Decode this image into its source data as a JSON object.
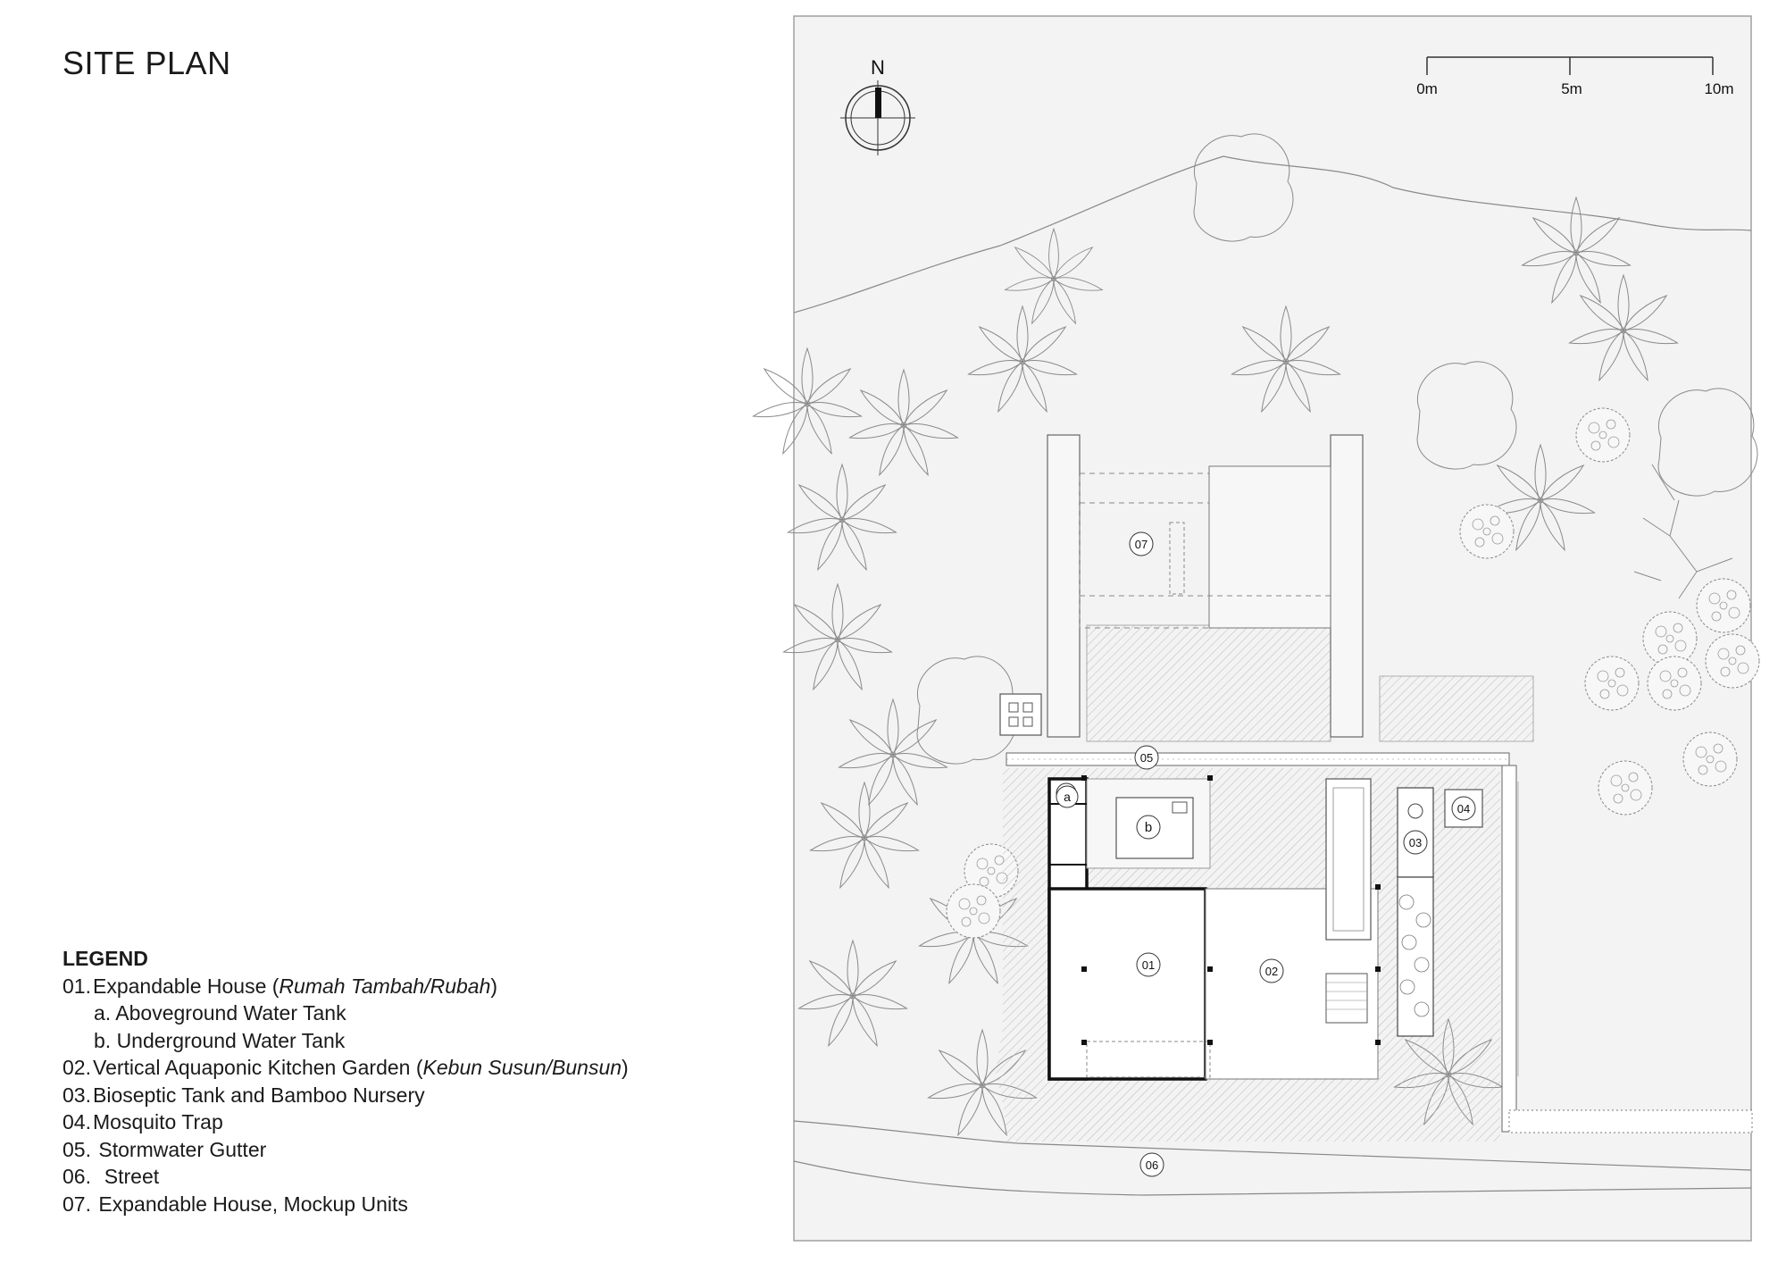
{
  "title": "SITE PLAN",
  "north": "N",
  "scale": [
    "0m",
    "5m",
    "10m"
  ],
  "legend": {
    "heading": "LEGEND",
    "items": [
      {
        "num": "01.",
        "pre": "Expandable House (",
        "italic": "Rumah Tambah/Rubah",
        "post": ")",
        "sub": false
      },
      {
        "num": "",
        "pre": "a. Aboveground Water Tank",
        "italic": "",
        "post": "",
        "sub": true
      },
      {
        "num": "",
        "pre": "b. Underground Water Tank",
        "italic": "",
        "post": "",
        "sub": true
      },
      {
        "num": "02.",
        "pre": "Vertical Aquaponic Kitchen Garden (",
        "italic": "Kebun Susun/Bunsun",
        "post": ")",
        "sub": false
      },
      {
        "num": "03.",
        "pre": "Bioseptic Tank and Bamboo Nursery",
        "italic": "",
        "post": "",
        "sub": false
      },
      {
        "num": "04.",
        "pre": "Mosquito Trap",
        "italic": "",
        "post": "",
        "sub": false
      },
      {
        "num": "05.",
        "pre": " Stormwater Gutter",
        "italic": "",
        "post": "",
        "sub": false
      },
      {
        "num": "06.",
        "pre": "  Street",
        "italic": "",
        "post": "",
        "sub": false
      },
      {
        "num": "07.",
        "pre": " Expandable House, Mockup Units",
        "italic": "",
        "post": "",
        "sub": false
      }
    ]
  },
  "plan_labels": {
    "l01": "01",
    "l02": "02",
    "l03": "03",
    "l04": "04",
    "l05": "05",
    "l06": "06",
    "l07": "07",
    "la": "a",
    "lb": "b"
  }
}
